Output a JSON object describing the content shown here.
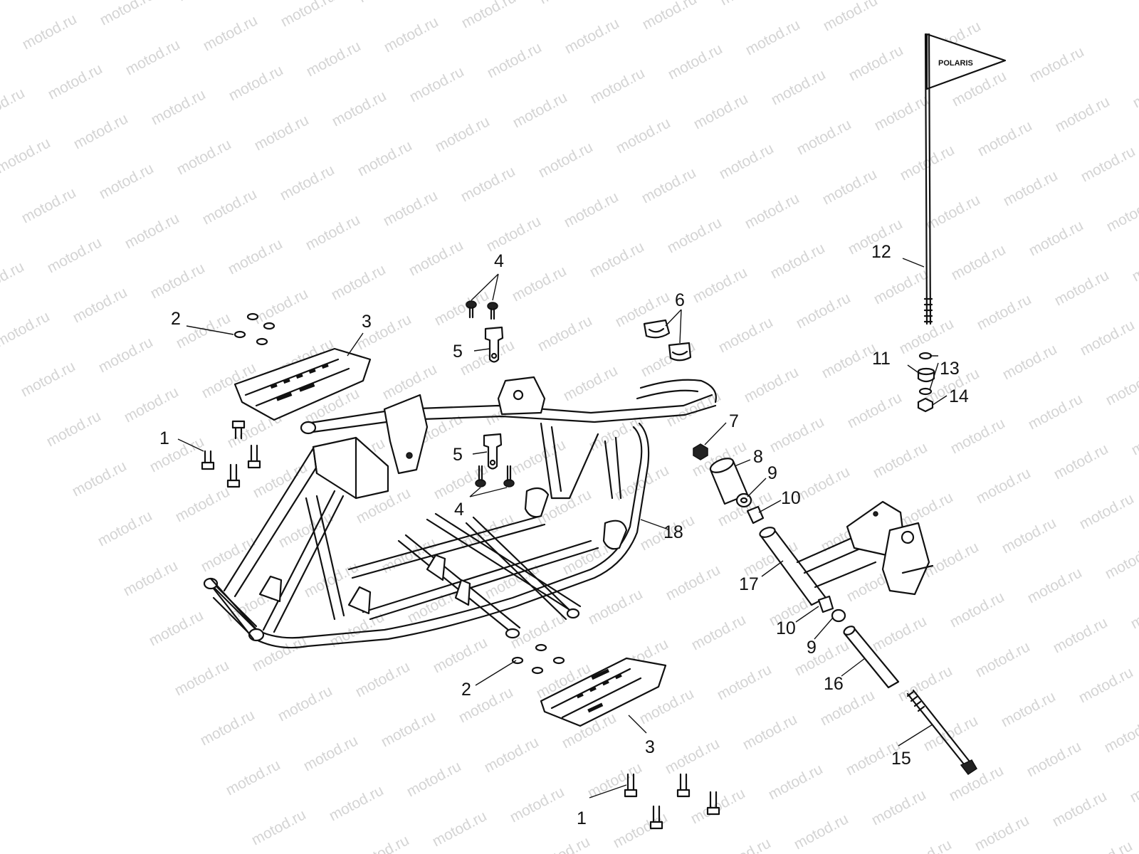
{
  "watermark": {
    "text": "motod.ru"
  },
  "flag": {
    "logo_text": "POLARIS"
  },
  "callouts": [
    {
      "id": "1a",
      "label": "1"
    },
    {
      "id": "1b",
      "label": "1"
    },
    {
      "id": "2a",
      "label": "2"
    },
    {
      "id": "2b",
      "label": "2"
    },
    {
      "id": "3a",
      "label": "3"
    },
    {
      "id": "3b",
      "label": "3"
    },
    {
      "id": "4a",
      "label": "4"
    },
    {
      "id": "4b",
      "label": "4"
    },
    {
      "id": "5a",
      "label": "5"
    },
    {
      "id": "5b",
      "label": "5"
    },
    {
      "id": "6",
      "label": "6"
    },
    {
      "id": "7",
      "label": "7"
    },
    {
      "id": "8",
      "label": "8"
    },
    {
      "id": "9a",
      "label": "9"
    },
    {
      "id": "9b",
      "label": "9"
    },
    {
      "id": "10a",
      "label": "10"
    },
    {
      "id": "10b",
      "label": "10"
    },
    {
      "id": "11",
      "label": "11"
    },
    {
      "id": "12",
      "label": "12"
    },
    {
      "id": "13",
      "label": "13"
    },
    {
      "id": "14",
      "label": "14"
    },
    {
      "id": "15",
      "label": "15"
    },
    {
      "id": "16",
      "label": "16"
    },
    {
      "id": "17",
      "label": "17"
    },
    {
      "id": "18",
      "label": "18"
    }
  ]
}
